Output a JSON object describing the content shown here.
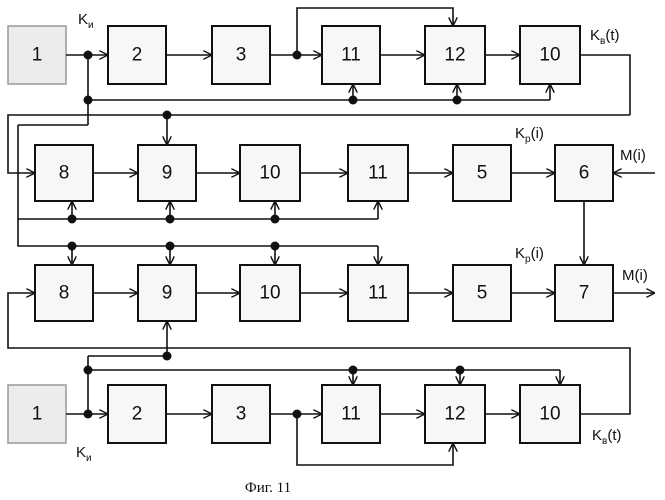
{
  "blocks": {
    "r1": [
      "1",
      "2",
      "3",
      "11",
      "12",
      "10"
    ],
    "r2": [
      "8",
      "9",
      "10",
      "11",
      "5",
      "6"
    ],
    "r3": [
      "8",
      "9",
      "10",
      "11",
      "5",
      "7"
    ],
    "r4": [
      "1",
      "2",
      "3",
      "11",
      "12",
      "10"
    ]
  },
  "labels": {
    "k_main": "K",
    "k_main_sub": "и",
    "k_v": "K",
    "k_v_sub": "в",
    "k_v_arg": "(t)",
    "k_r": "K",
    "k_r_sub": "р",
    "k_r_arg": "(i)",
    "m_in": "M(i)",
    "m_out": "M(i)"
  },
  "caption": "Фиг. 11"
}
